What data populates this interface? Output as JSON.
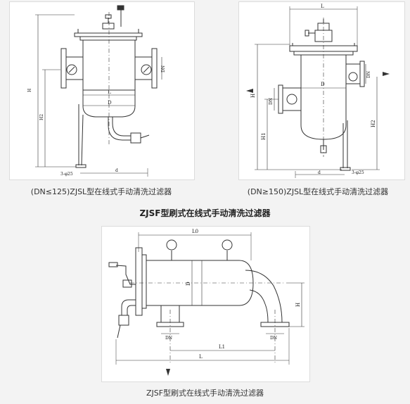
{
  "panels": {
    "dn125": {
      "caption": "(DN≤125)ZJSL型在线式手动清洗过滤器",
      "labels": {
        "L": "L",
        "D": "D",
        "DN": "DN",
        "H": "H",
        "H2": "H2",
        "d": "d",
        "bolt": "3-φ25"
      }
    },
    "dn150": {
      "caption": "(DN≥150)ZJSL型在线式手动清洗过滤器",
      "labels": {
        "L": "L",
        "D": "D",
        "DN_left": "DN",
        "DN_right": "DN",
        "H": "H",
        "H1": "H1",
        "H2": "H2",
        "d": "d",
        "bolt": "3-φ25"
      }
    },
    "zjsf": {
      "heading": "ZJSF型刷式在线式手动清洗过滤器",
      "caption": "ZJSF型刷式在线式手动清洗过滤器",
      "labels": {
        "L0": "L0",
        "L1": "L1",
        "L": "L",
        "D": "D",
        "H": "H",
        "DN_left": "DN",
        "DN_right": "DN"
      }
    }
  },
  "colors": {
    "line": "#333333",
    "panel": "#ffffff",
    "background": "#f3f3f3"
  }
}
